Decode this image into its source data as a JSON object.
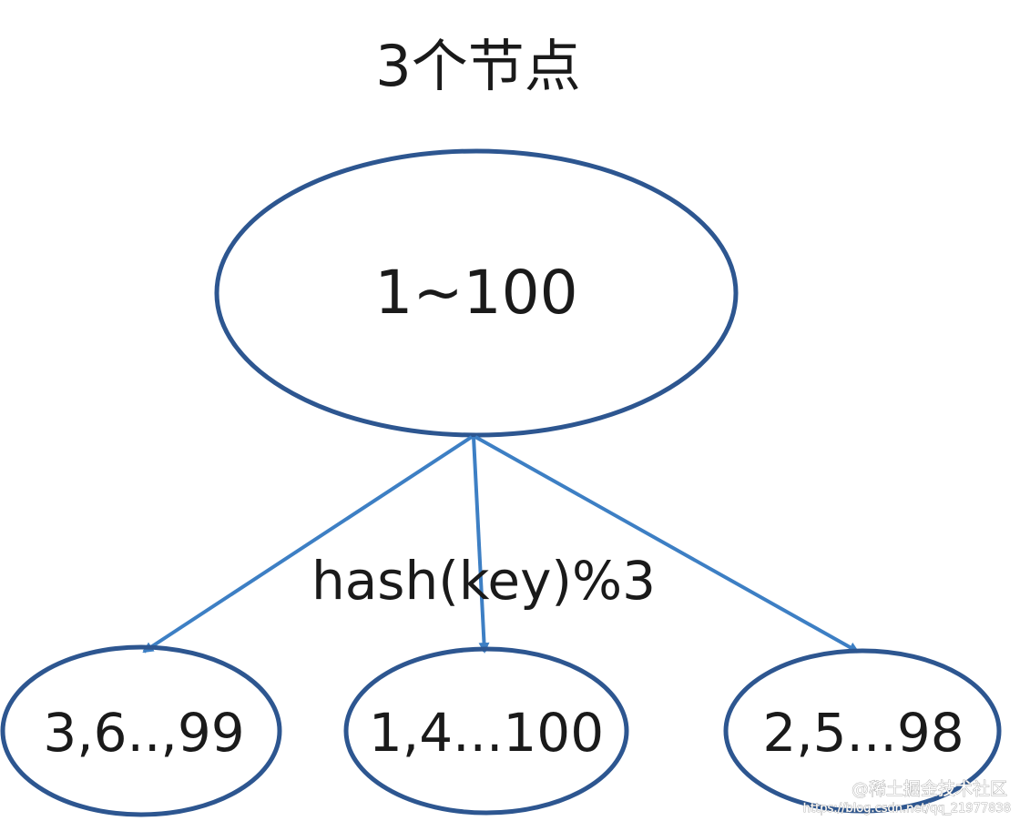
{
  "title": "3个节点",
  "root_node": {
    "label": "1~100"
  },
  "edge_label": "hash(key)%3",
  "leaf_nodes": [
    {
      "label": "3,6..,99"
    },
    {
      "label": "1,4...100"
    },
    {
      "label": "2,5...98"
    }
  ],
  "watermark": {
    "main": "@稀土掘金技术社区",
    "url": "https://blog.csdn.net/qq_21977838"
  },
  "colors": {
    "node_border": "#2d5690",
    "edge": "#3d7fc4",
    "text": "#1a1a1a",
    "background": "#ffffff"
  }
}
